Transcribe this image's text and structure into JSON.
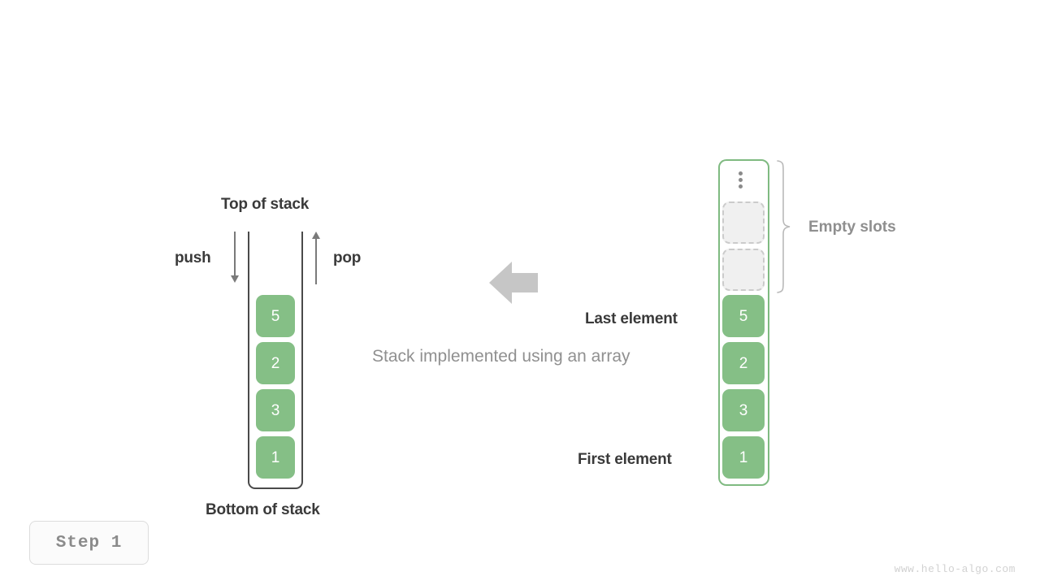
{
  "diagram": {
    "caption": "Stack implemented using an array",
    "step_badge": "Step  1",
    "watermark": "www.hello-algo.com",
    "accent_green": "#85bf86",
    "border_green": "#7fba81",
    "gray": "#8f8f8f",
    "dark": "#3a3a3a"
  },
  "stack": {
    "top_label": "Top of stack",
    "bottom_label": "Bottom of stack",
    "push_label": "push",
    "pop_label": "pop",
    "values": [
      "5",
      "2",
      "3",
      "1"
    ]
  },
  "array": {
    "empty_slots_label": "Empty slots",
    "last_element_label": "Last element",
    "first_element_label": "First element",
    "ellipsis": "vertical-ellipsis",
    "empty_slot_count": 2,
    "values": [
      "5",
      "2",
      "3",
      "1"
    ]
  }
}
